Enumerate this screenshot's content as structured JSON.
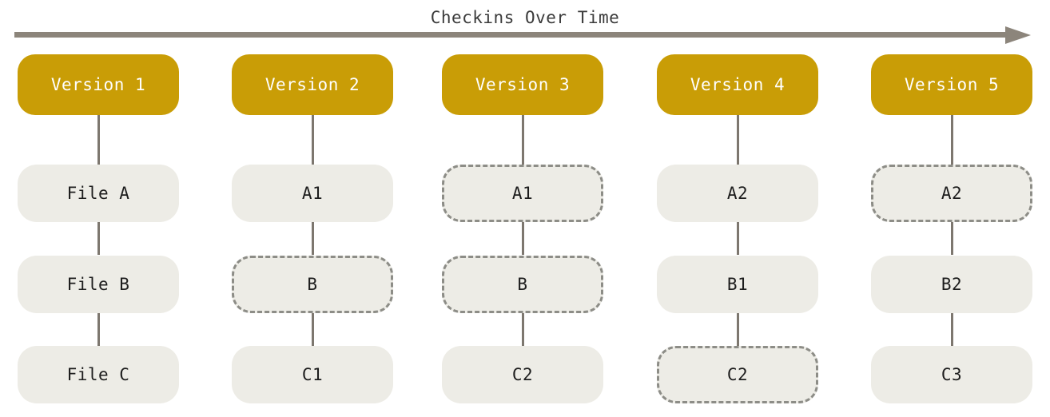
{
  "title": "Checkins Over Time",
  "colors": {
    "version_pill": "#C99D06",
    "version_text": "#FFFFFF",
    "file_box": "#EDECE6",
    "file_text": "#1D1D1D",
    "arrow": "#8C857B",
    "connector": "#7D776F",
    "dashed_border": "#8D8D87",
    "background": "#FFFFFF",
    "title_text": "#3B3B3B"
  },
  "timeline": {
    "arrow_label": "time-arrow",
    "direction": "left-to-right"
  },
  "columns": [
    {
      "version_label": "Version 1",
      "files": [
        {
          "label": "File A",
          "style": "solid"
        },
        {
          "label": "File B",
          "style": "solid"
        },
        {
          "label": "File C",
          "style": "solid"
        }
      ]
    },
    {
      "version_label": "Version 2",
      "files": [
        {
          "label": "A1",
          "style": "solid"
        },
        {
          "label": "B",
          "style": "dashed"
        },
        {
          "label": "C1",
          "style": "solid"
        }
      ]
    },
    {
      "version_label": "Version 3",
      "files": [
        {
          "label": "A1",
          "style": "dashed"
        },
        {
          "label": "B",
          "style": "dashed"
        },
        {
          "label": "C2",
          "style": "solid"
        }
      ]
    },
    {
      "version_label": "Version 4",
      "files": [
        {
          "label": "A2",
          "style": "solid"
        },
        {
          "label": "B1",
          "style": "solid"
        },
        {
          "label": "C2",
          "style": "dashed"
        }
      ]
    },
    {
      "version_label": "Version 5",
      "files": [
        {
          "label": "A2",
          "style": "dashed"
        },
        {
          "label": "B2",
          "style": "solid"
        },
        {
          "label": "C3",
          "style": "solid"
        }
      ]
    }
  ]
}
